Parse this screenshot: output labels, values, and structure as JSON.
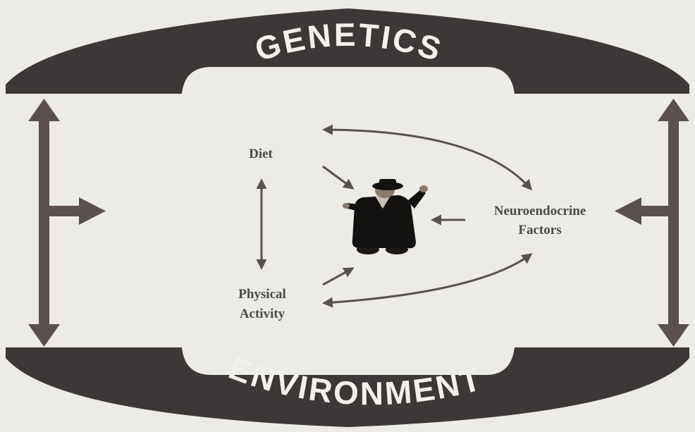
{
  "diagram": {
    "top_band": {
      "label": "GENETICS"
    },
    "bottom_band": {
      "label": "ENVIRONMENT"
    },
    "nodes": {
      "diet": {
        "label": "Diet"
      },
      "physical_activity": {
        "line1": "Physical",
        "line2": "Activity"
      },
      "neuroendocrine": {
        "line1": "Neuroendocrine",
        "line2": "Factors"
      },
      "person": {
        "icon": "person-figure-icon"
      }
    }
  },
  "colors": {
    "background": "#ecebe6",
    "band": "#3d3838",
    "arrow": "#5a5050",
    "text": "#4a4a4a",
    "band_text": "#f2f1ec"
  }
}
